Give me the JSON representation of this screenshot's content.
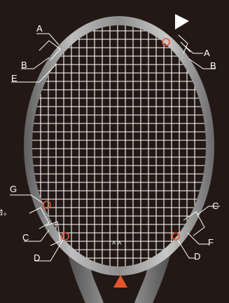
{
  "labels": {
    "A_left": "A",
    "B_left": "B",
    "E_left": "E",
    "A_right": "A",
    "B_right": "B",
    "G_left": "G",
    "C_left": "C",
    "D_left": "D",
    "C_right": "C",
    "F_right": "F",
    "D_right": "D"
  },
  "edge_text": "台。",
  "throat_arrows": "^ ^",
  "colors": {
    "background": "#231815",
    "frame_dark": "#6a6a6a",
    "frame_light": "#d0d0d0",
    "strings": "#ffffff",
    "marker": "#e8542a",
    "start_arrow": "#e8542a",
    "pointer_triangle": "#ffffff"
  },
  "icons": {
    "start_marker": "triangle-up",
    "pointer": "triangle-right"
  }
}
